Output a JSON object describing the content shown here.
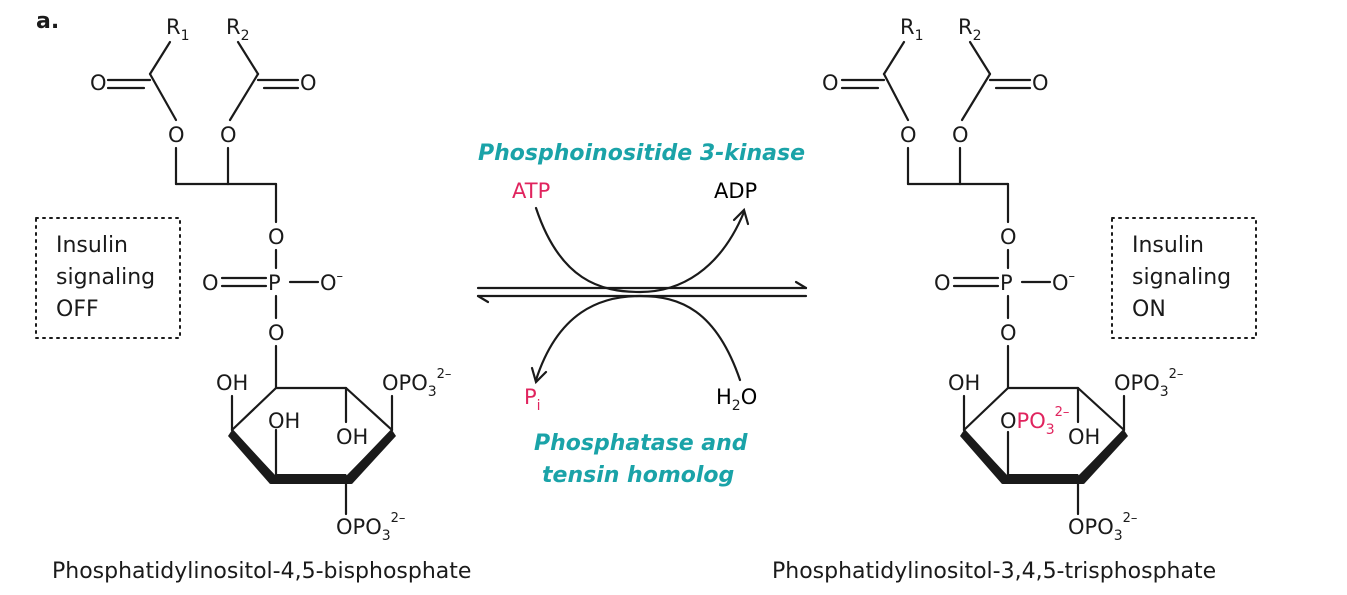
{
  "panel_label": "a.",
  "left_molecule": {
    "name": "Phosphatidylinositol-4,5-bisphosphate",
    "r1": "R",
    "r1_sub": "1",
    "r2": "R",
    "r2_sub": "2",
    "carbonyl_o_left": "O",
    "carbonyl_o_right": "O",
    "ester_o_left": "O",
    "ester_o_right": "O",
    "glycerol_o": "O",
    "phosphate_o_double": "O",
    "phosphate_p": "P",
    "phosphate_o_minus": "O",
    "phosphate_charge": "–",
    "phosphate_o_bottom": "O",
    "oh_top_left": "OH",
    "oh_inner_left": "OH",
    "oh_inner_right": "OH",
    "opo3_right": "OPO",
    "opo3_right_sub": "3",
    "opo3_right_charge": "2–",
    "opo3_bottom": "OPO",
    "opo3_bottom_sub": "3",
    "opo3_bottom_charge": "2–"
  },
  "right_molecule": {
    "name": "Phosphatidylinositol-3,4,5-trisphosphate",
    "r1": "R",
    "r1_sub": "1",
    "r2": "R",
    "r2_sub": "2",
    "carbonyl_o_left": "O",
    "carbonyl_o_right": "O",
    "ester_o_left": "O",
    "ester_o_right": "O",
    "glycerol_o": "O",
    "phosphate_o_double": "O",
    "phosphate_p": "P",
    "phosphate_o_minus": "O",
    "phosphate_charge": "–",
    "phosphate_o_bottom": "O",
    "oh_top_left": "OH",
    "opo3_inner_o": "O",
    "opo3_inner_po": "PO",
    "opo3_inner_sub": "3",
    "opo3_inner_charge": "2–",
    "oh_inner_right": "OH",
    "opo3_right": "OPO",
    "opo3_right_sub": "3",
    "opo3_right_charge": "2–",
    "opo3_bottom": "OPO",
    "opo3_bottom_sub": "3",
    "opo3_bottom_charge": "2–"
  },
  "reaction": {
    "forward_enzyme": "Phosphoinositide 3-kinase",
    "reverse_enzyme_line1": "Phosphatase and",
    "reverse_enzyme_line2": "tensin homolog",
    "atp": "ATP",
    "adp": "ADP",
    "pi": "P",
    "pi_sub": "i",
    "water": "H",
    "water_sub": "2",
    "water_o": "O"
  },
  "status_left": {
    "line1": "Insulin",
    "line2": "signaling",
    "state": "OFF"
  },
  "status_right": {
    "line1": "Insulin",
    "line2": "signaling",
    "state": "ON"
  },
  "colors": {
    "red": "#e0245e",
    "green": "#3cb371",
    "teal": "#1aa3a8",
    "black": "#1a1a1a"
  }
}
